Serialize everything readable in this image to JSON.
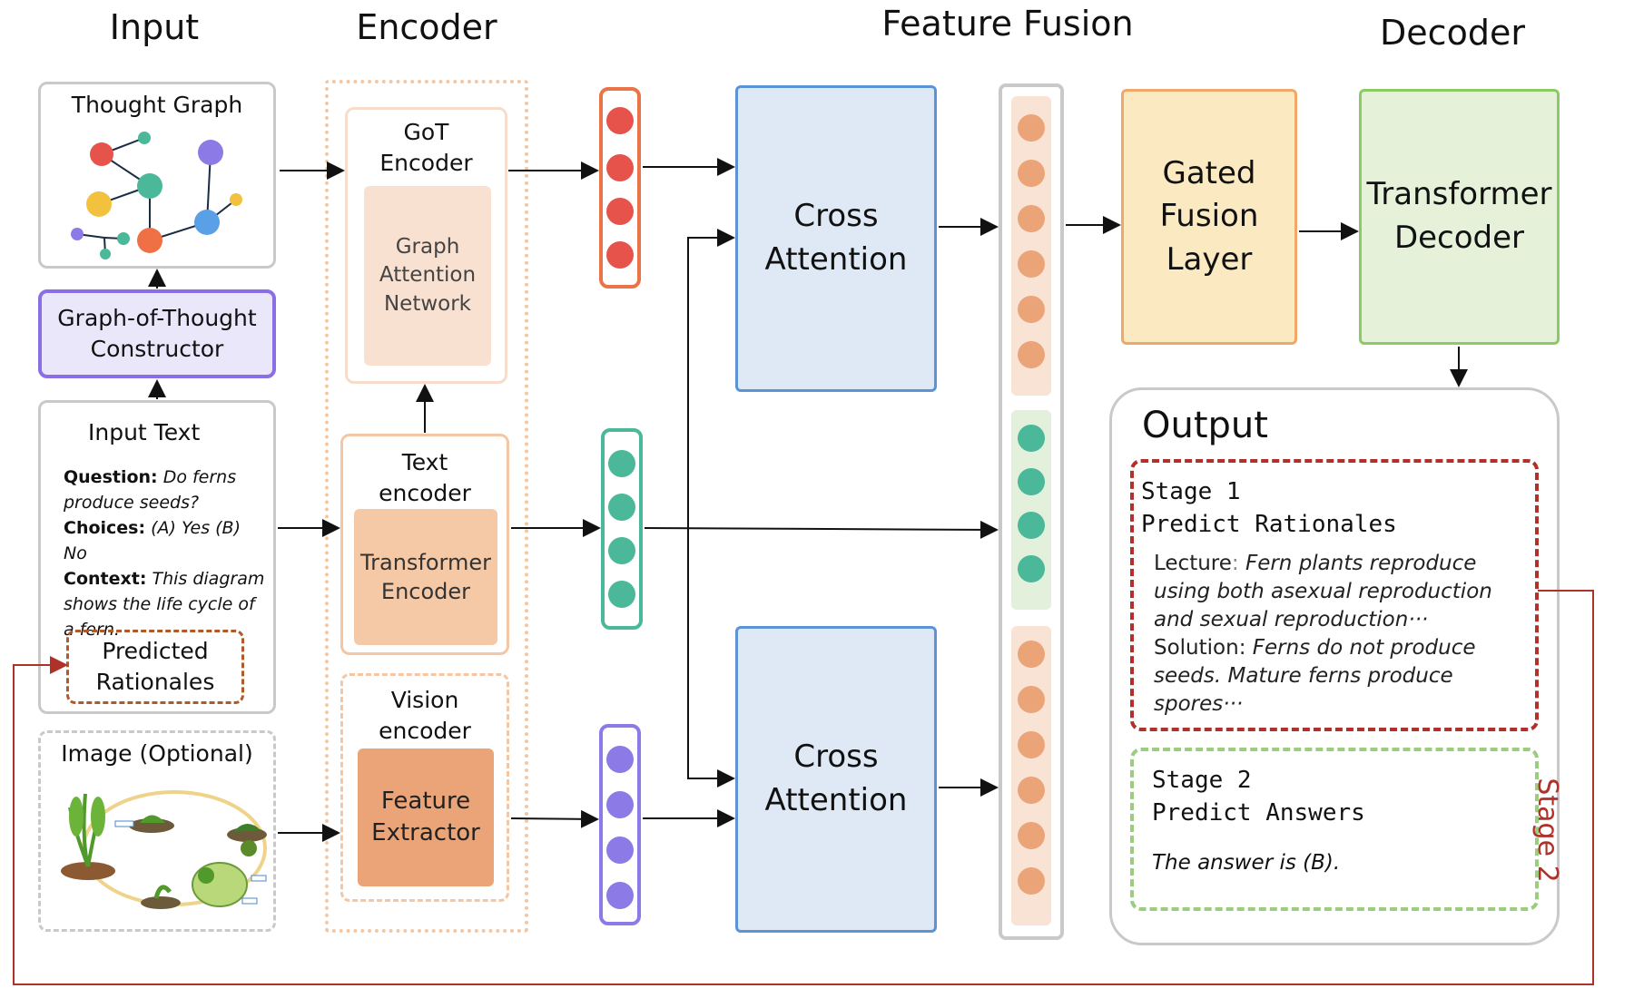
{
  "columns": {
    "input": "Input",
    "encoder": "Encoder",
    "feature_fusion": "Feature Fusion",
    "decoder": "Decoder"
  },
  "input": {
    "thought_graph": "Thought Graph",
    "got_constructor": "Graph-of-Thought\nConstructor",
    "input_text_title": "Input Text",
    "question_label": "Question:",
    "question_value": " Do ferns produce seeds?",
    "choices_label": "Choices:",
    "choices_value": " (A) Yes (B) No",
    "context_label": "Context:",
    "context_value": " This diagram shows the life cycle of a fern.",
    "predicted_rationales": "Predicted\nRationales",
    "image_title": "Image (Optional)"
  },
  "encoder": {
    "got_encoder": "GoT\nEncoder",
    "graph_attention_network": "Graph\nAttention\nNetwork",
    "text_encoder": "Text\nencoder",
    "transformer_encoder": "Transformer\nEncoder",
    "vision_encoder": "Vision\nencoder",
    "feature_extractor": "Feature\nExtractor"
  },
  "fusion": {
    "cross_attention_top": "Cross\nAttention",
    "cross_attention_bottom": "Cross\nAttention",
    "gated_fusion_layer": "Gated\nFusion\nLayer"
  },
  "decoder": {
    "transformer_decoder": "Transformer\nDecoder"
  },
  "output": {
    "title": "Output",
    "stage1_title": "Stage 1\nPredict Rationales",
    "lecture_label": "Lecture",
    "lecture_sep": ": ",
    "lecture_value": "Fern plants reproduce using both asexual reproduction and sexual reproduction···",
    "solution_label": "Solution",
    "solution_sep": ": ",
    "solution_value": "Ferns do not produce seeds. Mature ferns produce spores···",
    "stage2_title": "Stage 2\nPredict Answers",
    "answer": "The answer is (B).",
    "stage2_side_label": "Stage 2"
  },
  "colors": {
    "red_token": "#e5534b",
    "green_token": "#4cb89a",
    "purple_token": "#8c7ae6",
    "orange_token": "#eaa478",
    "cross_attention_fill": "#dfe9f5",
    "cross_attention_border": "#5b93d6",
    "gated_fill": "#fbe9c2",
    "gated_border": "#f0a868",
    "decoder_fill": "#e5f2d9",
    "decoder_border": "#8ccb63",
    "stage1_border": "#b0302a",
    "stage2_border": "#9acd7e",
    "feedback_line": "#b0302a",
    "constructor_fill": "#ebe7fb",
    "constructor_border": "#8a6ee6"
  }
}
